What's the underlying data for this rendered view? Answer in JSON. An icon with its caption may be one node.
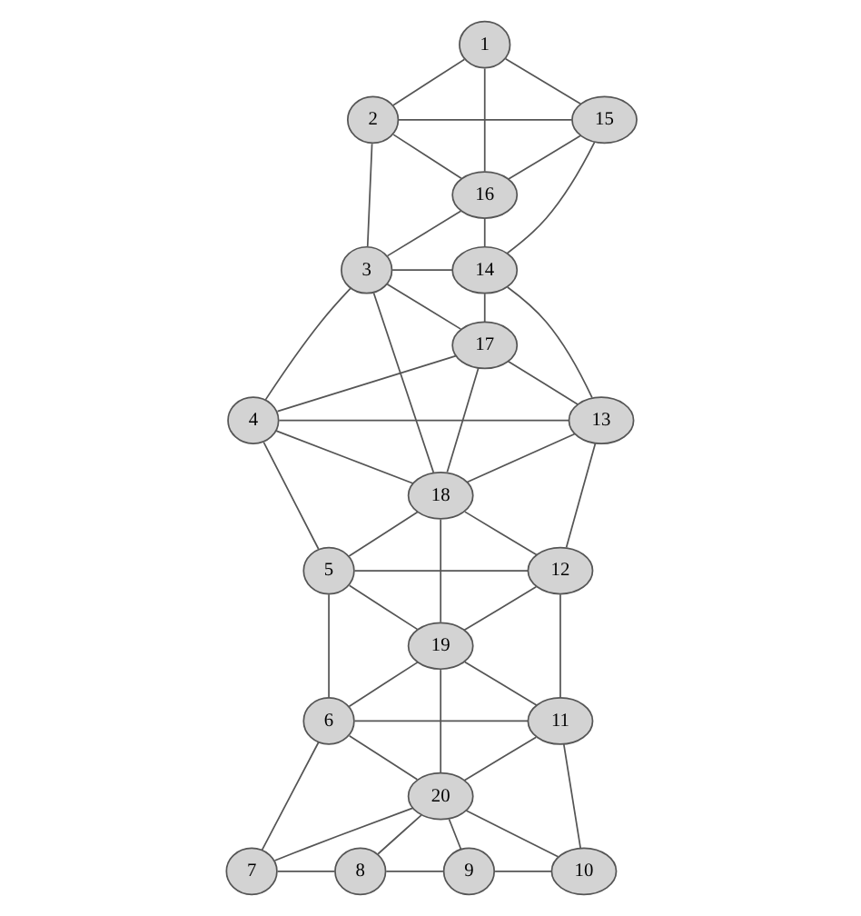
{
  "diagram": {
    "nodes": [
      {
        "text": [
          "1"
        ]
      },
      {
        "text": [
          "2"
        ]
      },
      {
        "text": [
          "15"
        ]
      },
      {
        "text": [
          "16"
        ]
      },
      {
        "text": [
          "3"
        ]
      },
      {
        "text": [
          "14"
        ]
      },
      {
        "text": [
          "17"
        ]
      },
      {
        "text": [
          "4"
        ]
      },
      {
        "text": [
          "13"
        ]
      },
      {
        "text": [
          "18"
        ]
      },
      {
        "text": [
          "5"
        ]
      },
      {
        "text": [
          "12"
        ]
      },
      {
        "text": [
          "19"
        ]
      },
      {
        "text": [
          "6"
        ]
      },
      {
        "text": [
          "11"
        ]
      },
      {
        "text": [
          "20"
        ]
      },
      {
        "text": [
          "7"
        ]
      },
      {
        "text": [
          "8"
        ]
      },
      {
        "text": [
          "9"
        ]
      },
      {
        "text": [
          "10"
        ]
      }
    ],
    "edges": [
      {
        "from": 0,
        "to": 1,
        "arrow": "none"
      },
      {
        "from": 0,
        "to": 3,
        "arrow": "none"
      },
      {
        "from": 0,
        "to": 2,
        "arrow": "none"
      },
      {
        "from": 1,
        "to": 2,
        "arrow": "none"
      },
      {
        "from": 1,
        "to": 3,
        "arrow": "none"
      },
      {
        "from": 1,
        "to": 4,
        "arrow": "none"
      },
      {
        "from": 2,
        "to": 3,
        "arrow": "none"
      },
      {
        "from": 2,
        "to": 5,
        "arrow": "none"
      },
      {
        "from": 3,
        "to": 4,
        "arrow": "none"
      },
      {
        "from": 3,
        "to": 5,
        "arrow": "none"
      },
      {
        "from": 4,
        "to": 5,
        "arrow": "none"
      },
      {
        "from": 4,
        "to": 6,
        "arrow": "none"
      },
      {
        "from": 4,
        "to": 7,
        "arrow": "none"
      },
      {
        "from": 4,
        "to": 9,
        "arrow": "none"
      },
      {
        "from": 6,
        "to": 7,
        "arrow": "none"
      },
      {
        "from": 5,
        "to": 6,
        "arrow": "none"
      },
      {
        "from": 6,
        "to": 9,
        "arrow": "none"
      },
      {
        "from": 6,
        "to": 8,
        "arrow": "none"
      },
      {
        "from": 7,
        "to": 8,
        "arrow": "none"
      },
      {
        "from": 7,
        "to": 9,
        "arrow": "none"
      },
      {
        "from": 7,
        "to": 10,
        "arrow": "none"
      },
      {
        "from": 8,
        "to": 9,
        "arrow": "none"
      },
      {
        "from": 9,
        "to": 10,
        "arrow": "none"
      },
      {
        "from": 9,
        "to": 11,
        "arrow": "none"
      },
      {
        "from": 9,
        "to": 12,
        "arrow": "none"
      },
      {
        "from": 5,
        "to": 8,
        "arrow": "none"
      },
      {
        "from": 8,
        "to": 11,
        "arrow": "none"
      },
      {
        "from": 10,
        "to": 11,
        "arrow": "none"
      },
      {
        "from": 10,
        "to": 12,
        "arrow": "none"
      },
      {
        "from": 10,
        "to": 13,
        "arrow": "none"
      },
      {
        "from": 11,
        "to": 12,
        "arrow": "none"
      },
      {
        "from": 11,
        "to": 14,
        "arrow": "none"
      },
      {
        "from": 12,
        "to": 13,
        "arrow": "none"
      },
      {
        "from": 12,
        "to": 15,
        "arrow": "none"
      },
      {
        "from": 12,
        "to": 14,
        "arrow": "none"
      },
      {
        "from": 13,
        "to": 14,
        "arrow": "none"
      },
      {
        "from": 13,
        "to": 15,
        "arrow": "none"
      },
      {
        "from": 13,
        "to": 16,
        "arrow": "none"
      },
      {
        "from": 14,
        "to": 15,
        "arrow": "none"
      },
      {
        "from": 14,
        "to": 19,
        "arrow": "none"
      },
      {
        "from": 15,
        "to": 16,
        "arrow": "none"
      },
      {
        "from": 15,
        "to": 17,
        "arrow": "none"
      },
      {
        "from": 15,
        "to": 18,
        "arrow": "none"
      },
      {
        "from": 15,
        "to": 19,
        "arrow": "none"
      },
      {
        "from": 16,
        "to": 17,
        "arrow": "none"
      },
      {
        "from": 17,
        "to": 18,
        "arrow": "none"
      },
      {
        "from": 18,
        "to": 19,
        "arrow": "none"
      }
    ]
  }
}
